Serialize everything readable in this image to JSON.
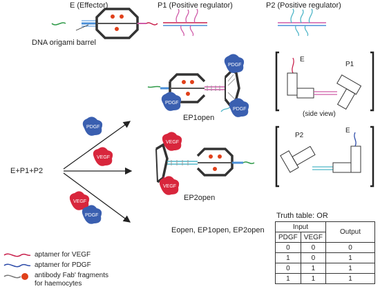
{
  "headers": {
    "effector": "E (Effector)",
    "p1": "P1 (Positive regulator)",
    "p2": "P2 (Positive regulator)"
  },
  "labels": {
    "origami": "DNA origami barrel",
    "input_mix": "E+P1+P2",
    "ep1open": "EP1open",
    "ep2open": "EP2open",
    "outcome": "Eopen, EP1open, EP2open",
    "side_view": "(side view)",
    "side_e1": "E",
    "side_p1": "P1",
    "side_p2": "P2",
    "side_e2": "E"
  },
  "proteins": {
    "pdgf": "PDGF",
    "vegf": "VEGF"
  },
  "legend": {
    "vegf_aptamer": "aptamer for VEGF",
    "pdgf_aptamer": "aptamer for PDGF",
    "antibody_line1": "antibody Fab' fragments",
    "antibody_line2": "for haemocytes"
  },
  "truth_table": {
    "title": "Truth table: OR",
    "input_header": "Input",
    "output_header": "Output",
    "col_pdgf": "PDGF",
    "col_vegf": "VEGF",
    "rows": [
      [
        "0",
        "0",
        "0"
      ],
      [
        "1",
        "0",
        "1"
      ],
      [
        "0",
        "1",
        "1"
      ],
      [
        "1",
        "1",
        "1"
      ]
    ]
  },
  "colors": {
    "vegf_strand": "#c81e4a",
    "pdgf_strand": "#2b4aa8",
    "antibody_dot": "#e0401a",
    "pdgf_blob": "#3a5fb0",
    "vegf_blob": "#d8263c",
    "p1_linker": "#cf5aa8",
    "p2_linker": "#4fb6c8",
    "stem": "#4a8fd8",
    "green_tail": "#2e9a48"
  }
}
